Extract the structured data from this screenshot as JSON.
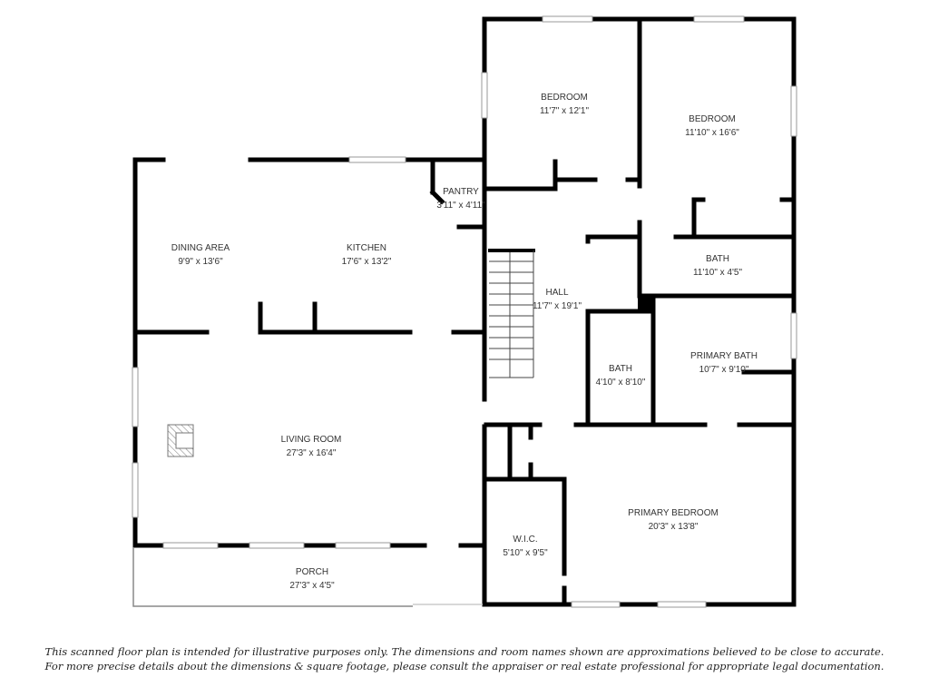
{
  "rooms": {
    "dining": {
      "name": "DINING AREA",
      "size": "9'9\" x 13'6\""
    },
    "kitchen": {
      "name": "KITCHEN",
      "size": "17'6\" x 13'2\""
    },
    "pantry": {
      "name": "PANTRY",
      "size": "3'11\" x 4'11\""
    },
    "bedroom1": {
      "name": "BEDROOM",
      "size": "11'7\" x 12'1\""
    },
    "bedroom2": {
      "name": "BEDROOM",
      "size": "11'10\" x 16'6\""
    },
    "bath_upper": {
      "name": "BATH",
      "size": "11'10\" x 4'5\""
    },
    "hall": {
      "name": "HALL",
      "size": "11'7\" x 19'1\""
    },
    "bath_small": {
      "name": "BATH",
      "size": "4'10\" x 8'10\""
    },
    "primary_bath": {
      "name": "PRIMARY BATH",
      "size": "10'7\" x 9'10\""
    },
    "living": {
      "name": "LIVING ROOM",
      "size": "27'3\" x 16'4\""
    },
    "primary_bedroom": {
      "name": "PRIMARY BEDROOM",
      "size": "20'3\" x 13'8\""
    },
    "wic": {
      "name": "W.I.C.",
      "size": "5'10\" x 9'5\""
    },
    "porch": {
      "name": "PORCH",
      "size": "27'3\" x 4'5\""
    }
  },
  "disclaimer": {
    "line1": "This scanned floor plan is intended for illustrative purposes only. The dimensions and room names shown are approximations believed to be close to accurate.",
    "line2": "For more precise details about the dimensions & square footage, please consult the appraiser or real estate professional for appropriate legal documentation."
  },
  "colors": {
    "wall": "#000000",
    "window": "#bbbbbb",
    "text": "#333333"
  }
}
